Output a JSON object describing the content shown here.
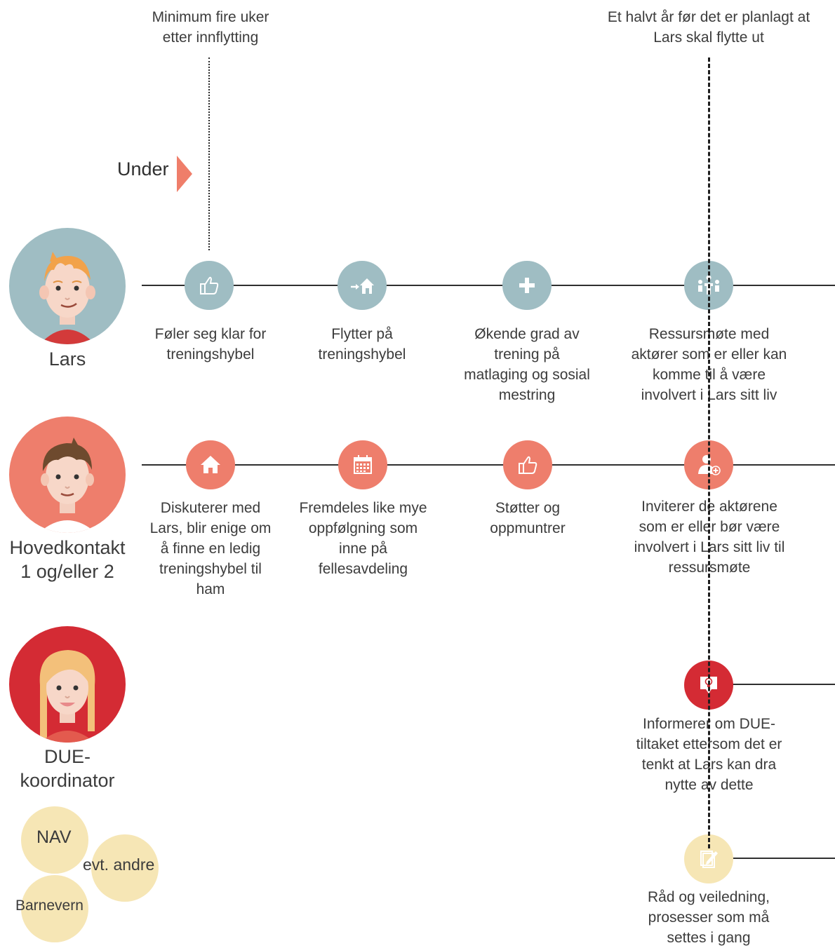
{
  "timeline": {
    "top_note_left": "Minimum fire uker\netter innflytting",
    "top_note_right": "Et halvt år før det er planlagt at\nLars skal flytte ut",
    "phase_label": "Under"
  },
  "actors": {
    "lars": {
      "name": "Lars",
      "color": "#9fbdc3",
      "steps": [
        {
          "icon": "thumbs-up-icon",
          "text": "Føler seg klar for\ntreningshybel"
        },
        {
          "icon": "move-house-icon",
          "text": "Flytter på\ntreningshybel"
        },
        {
          "icon": "plus-icon",
          "text": "Økende grad av\ntrening på\nmatlaging og sosial\nmestring"
        },
        {
          "icon": "meeting-icon",
          "text": "Ressursmøte med\naktører som er eller kan\nkomme til å være\ninvolvert i Lars sitt liv"
        }
      ]
    },
    "hovedkontakt": {
      "name": "Hovedkontakt\n1 og/eller 2",
      "color": "#ee7e6c",
      "steps": [
        {
          "icon": "home-icon",
          "text": "Diskuterer med\nLars, blir enige om\nå finne en ledig\ntreningshybel til\nham"
        },
        {
          "icon": "calendar-icon",
          "text": "Fremdeles like mye\noppfølgning som\ninne på\nfellesavdeling"
        },
        {
          "icon": "thumbs-up-icon",
          "text": "Støtter og\noppmuntrer"
        },
        {
          "icon": "invite-person-icon",
          "text": "Inviterer de aktørene\nsom er eller bør være\ninvolvert i Lars sitt liv til\nressursmøte"
        }
      ]
    },
    "due": {
      "name": "DUE-\nkoordinator",
      "color": "#d42b34",
      "steps": [
        {
          "icon": "idea-bubble-icon",
          "text": "Informerer om DUE-\ntiltaket ettersom det er\ntenkt at Lars kan dra\nnytte av dette"
        }
      ]
    },
    "others": {
      "labels": [
        "NAV",
        "evt. andre",
        "Barnevern"
      ],
      "color": "#f6e6b5",
      "steps": [
        {
          "icon": "document-edit-icon",
          "text": "Råd og veiledning,\nprosesser som må\nsettes i gang"
        }
      ]
    }
  },
  "colors": {
    "line": "#2f2f2f",
    "phase_arrow": "#ef7e6a"
  }
}
